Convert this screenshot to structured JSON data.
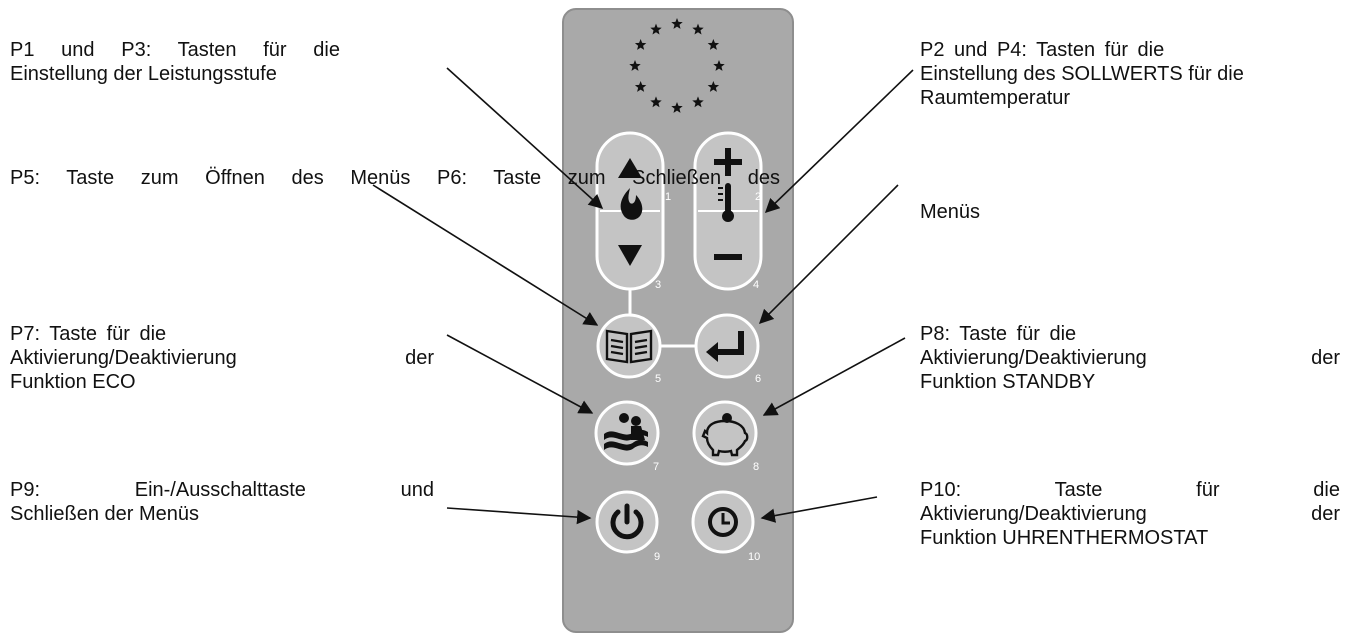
{
  "labels": {
    "p1_p3": {
      "lines": [
        "P1 und P3: Tasten für die",
        "Einstellung der Leistungsstufe"
      ]
    },
    "p2_p4": {
      "lines": [
        "P2 und P4: Tasten für die",
        "Einstellung des SOLLWERTS für die",
        "Raumtemperatur"
      ]
    },
    "p5_p6": {
      "line": "P5: Taste zum Öffnen des Menüs  P6: Taste zum Schließen des",
      "continuation": "Menüs"
    },
    "p7": {
      "lines": [
        "P7: Taste für die",
        "Aktivierung/Deaktivierung der",
        "Funktion ECO"
      ]
    },
    "p8": {
      "lines": [
        "P8: Taste für die",
        "Aktivierung/Deaktivierung der",
        "Funktion STANDBY"
      ]
    },
    "p9": {
      "lines": [
        "P9: Ein-/Ausschalttaste und",
        "Schließen der Menüs"
      ]
    },
    "p10": {
      "lines": [
        "P10: Taste für die",
        "Aktivierung/Deaktivierung der",
        "Funktion UHRENTHERMOSTAT"
      ]
    }
  },
  "buttons": {
    "b1": "1",
    "b2": "2",
    "b3": "3",
    "b4": "4",
    "b5": "5",
    "b6": "6",
    "b7": "7",
    "b8": "8",
    "b9": "9",
    "b10": "10"
  },
  "colors": {
    "panel": "#a9a9a9",
    "button_face": "#c4c4c4",
    "icon": "#111111"
  }
}
